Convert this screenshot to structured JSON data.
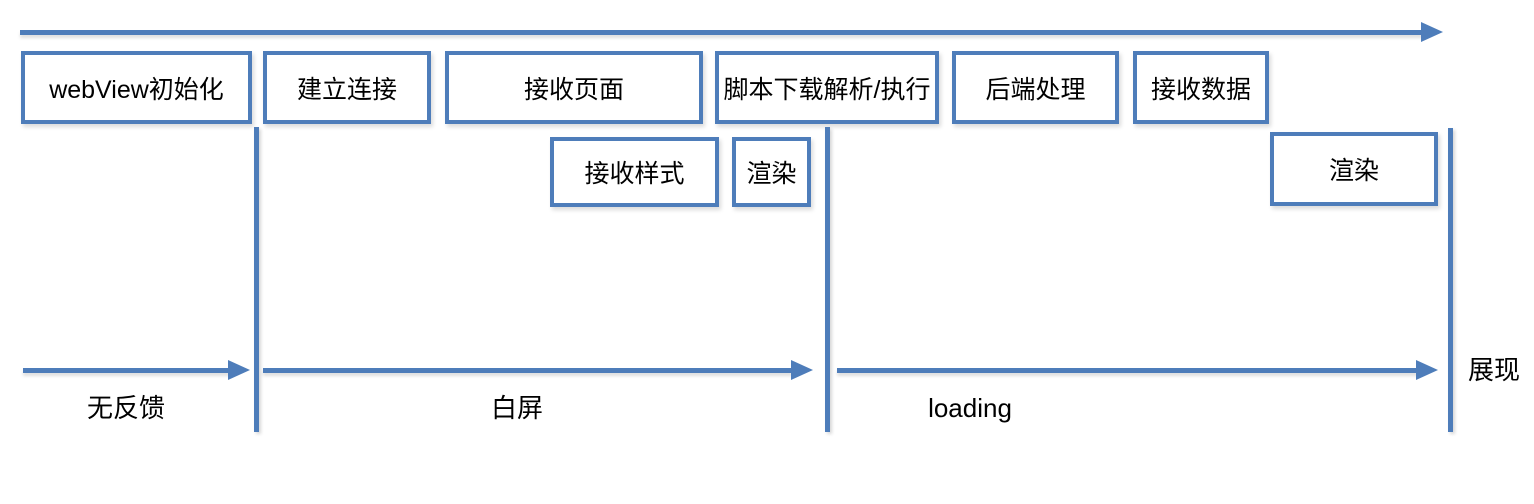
{
  "diagram": {
    "accent_color": "#4e7dba",
    "text_color": "#000000",
    "background_color": "#ffffff",
    "stage_boxes": [
      {
        "id": "webview-init",
        "label": "webView初始化"
      },
      {
        "id": "establish-connection",
        "label": "建立连接"
      },
      {
        "id": "receive-page",
        "label": "接收页面"
      },
      {
        "id": "script-download-parse-execute",
        "label": "脚本下载解析/执行"
      },
      {
        "id": "backend-processing",
        "label": "后端处理"
      },
      {
        "id": "receive-data",
        "label": "接收数据"
      }
    ],
    "sub_boxes": [
      {
        "id": "receive-styles",
        "label": "接收样式"
      },
      {
        "id": "render-first",
        "label": "渲染"
      },
      {
        "id": "render-second",
        "label": "渲染"
      }
    ],
    "phases": [
      {
        "id": "no-feedback",
        "label": "无反馈"
      },
      {
        "id": "white-screen",
        "label": "白屏"
      },
      {
        "id": "loading",
        "label": "loading"
      }
    ],
    "final_label": "展现"
  }
}
